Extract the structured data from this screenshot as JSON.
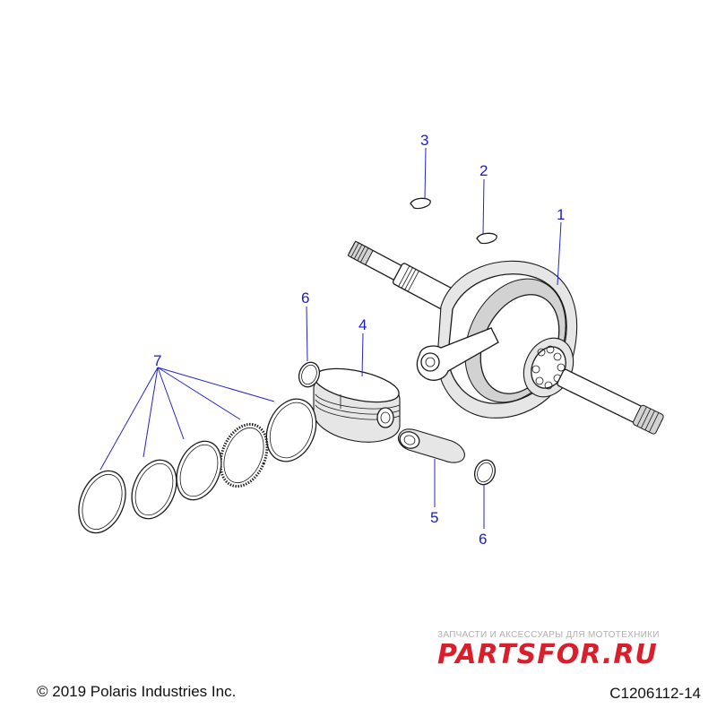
{
  "diagram": {
    "callouts": [
      {
        "id": "crankshaft",
        "number": "1"
      },
      {
        "id": "key-a",
        "number": "2"
      },
      {
        "id": "key-b",
        "number": "3"
      },
      {
        "id": "piston",
        "number": "4"
      },
      {
        "id": "piston-pin",
        "number": "5"
      },
      {
        "id": "circlip-top",
        "number": "6"
      },
      {
        "id": "circlip-bottom",
        "number": "6"
      },
      {
        "id": "piston-rings",
        "number": "7"
      }
    ]
  },
  "footer": {
    "copyright": "© 2019 Polaris Industries Inc.",
    "figure_id": "C1206112-14"
  },
  "watermark": {
    "tagline": "ЗАПЧАСТИ И АКСЕССУАРЫ ДЛЯ МОТОТЕХНИКИ",
    "logo": "PARTSFOR.RU",
    "color": "#d91f2b"
  },
  "colors": {
    "callout": "#1a1ad0",
    "line": "#1a1a1a"
  }
}
